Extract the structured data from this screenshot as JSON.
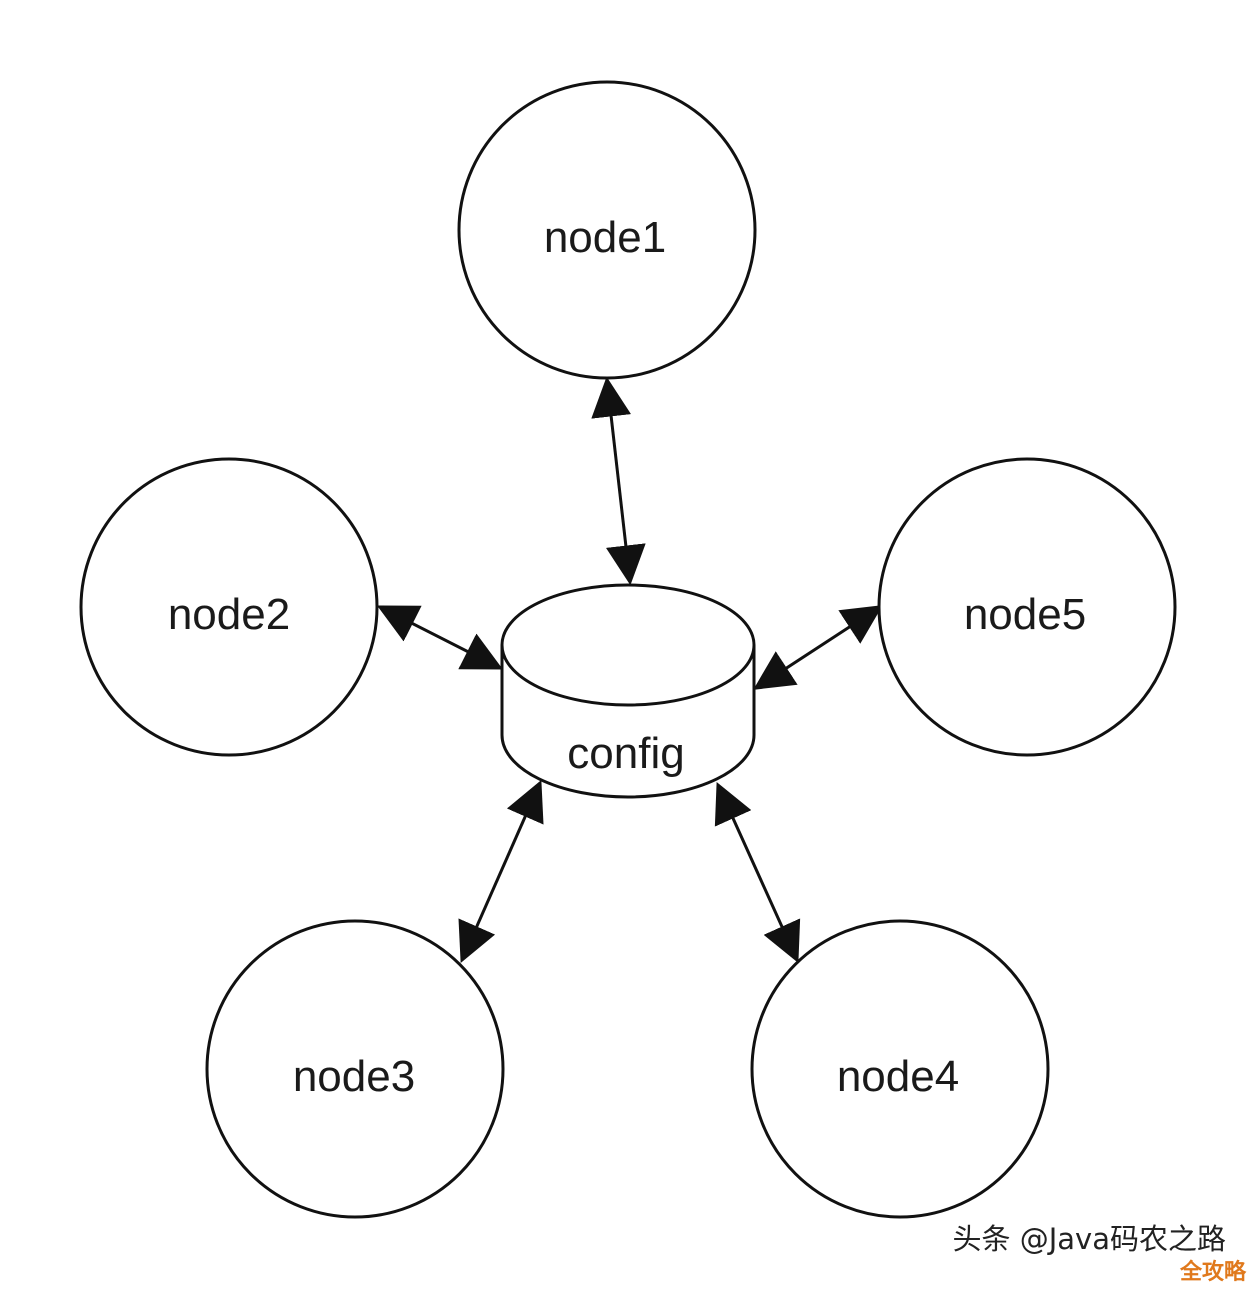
{
  "diagram": {
    "hub": {
      "label": "config"
    },
    "nodes": [
      {
        "id": "node1",
        "label": "node1"
      },
      {
        "id": "node2",
        "label": "node2"
      },
      {
        "id": "node3",
        "label": "node3"
      },
      {
        "id": "node4",
        "label": "node4"
      },
      {
        "id": "node5",
        "label": "node5"
      }
    ],
    "edges": [
      {
        "from": "config",
        "to": "node1",
        "direction": "bidirectional"
      },
      {
        "from": "config",
        "to": "node2",
        "direction": "bidirectional"
      },
      {
        "from": "config",
        "to": "node3",
        "direction": "bidirectional"
      },
      {
        "from": "config",
        "to": "node4",
        "direction": "bidirectional"
      },
      {
        "from": "config",
        "to": "node5",
        "direction": "bidirectional"
      }
    ]
  },
  "watermark": {
    "text": "头条 @Java码农之路",
    "corner_text": "全攻略"
  },
  "colors": {
    "stroke": "#111111",
    "background": "#ffffff",
    "corner_mark": "#e0791c"
  }
}
